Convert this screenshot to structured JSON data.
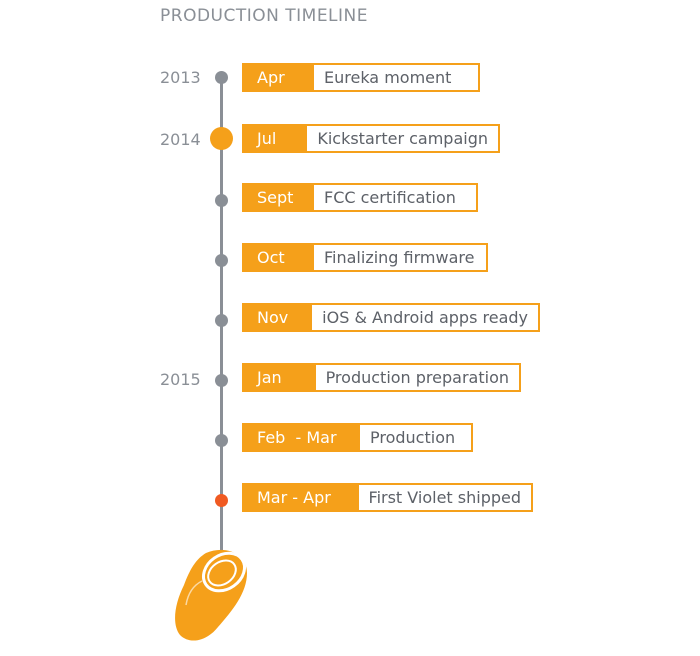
{
  "title": "PRODUCTION TIMELINE",
  "colors": {
    "accent": "#f5a01a",
    "axis": "#8a8f96",
    "highlight": "#f05a22",
    "text": "#5d6168"
  },
  "years": [
    "2013",
    "2014",
    "2015"
  ],
  "events": [
    {
      "month": "Apr",
      "event": "Eureka moment"
    },
    {
      "month": "Jul",
      "event": "Kickstarter campaign"
    },
    {
      "month": "Sept",
      "event": "FCC certification"
    },
    {
      "month": "Oct",
      "event": "Finalizing firmware"
    },
    {
      "month": "Nov",
      "event": "iOS & Android apps ready"
    },
    {
      "month": "Jan",
      "event": "Production preparation"
    },
    {
      "month": "Feb  - Mar",
      "event": "Production"
    },
    {
      "month": "Mar - Apr",
      "event": "First Violet shipped"
    }
  ]
}
